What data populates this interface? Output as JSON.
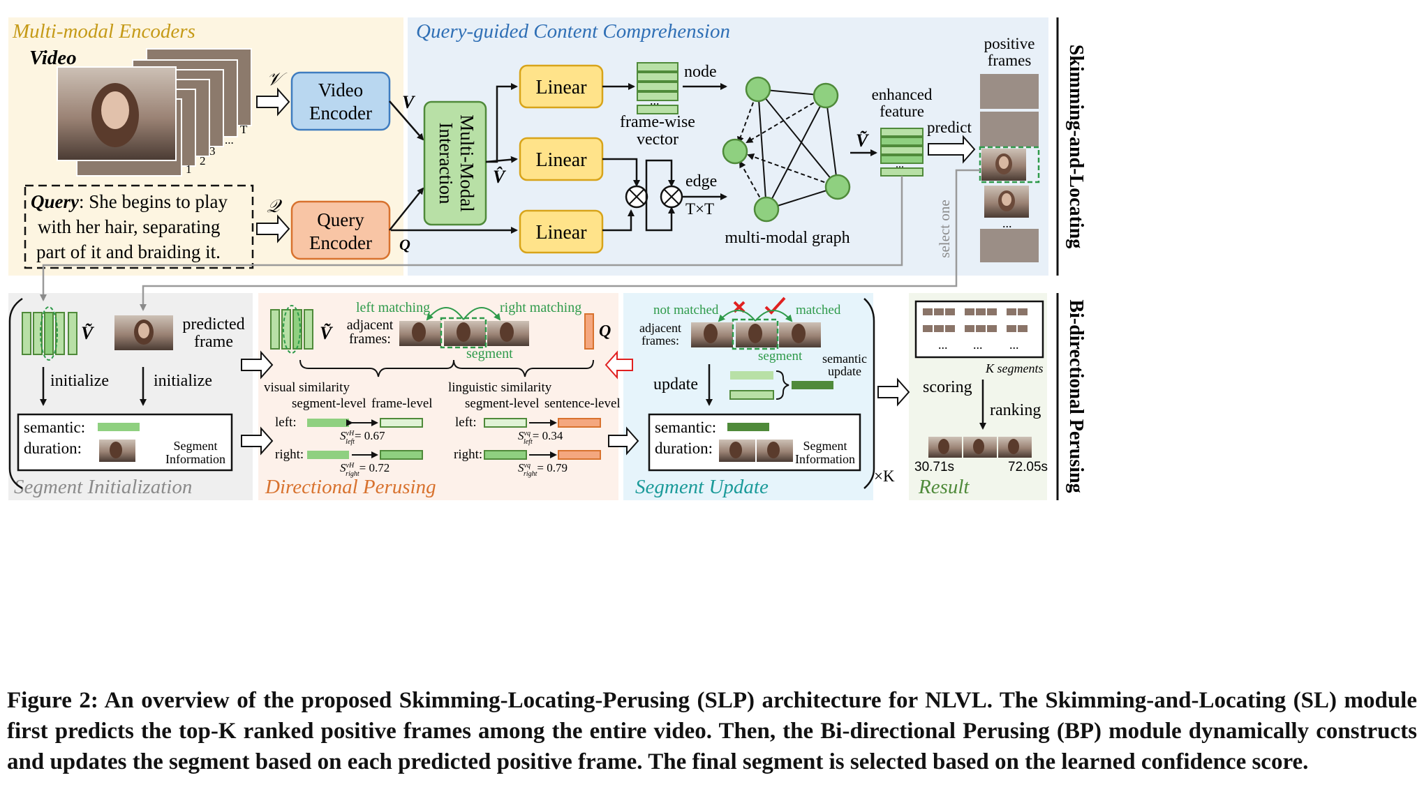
{
  "sections": {
    "encoders": "Multi-modal Encoders",
    "query_guided": "Query-guided Content Comprehension",
    "skimming": "Skimming-and-Locating",
    "perusing": "Bi-directional Perusing",
    "seg_init": "Segment Initialization",
    "directional": "Directional Perusing",
    "seg_update": "Segment Update",
    "result": "Result"
  },
  "encoders": {
    "video_label": "Video",
    "video_symbol": "𝒱",
    "query_symbol": "𝒬",
    "frame_idx": [
      "1",
      "2",
      "3",
      "...",
      "T"
    ],
    "video_encoder": [
      "Video",
      "Encoder"
    ],
    "query_encoder": [
      "Query",
      "Encoder"
    ],
    "query_lines": [
      "Query: She begins to play",
      "with her hair, separating",
      "part of it and braiding it."
    ],
    "v_out": "V",
    "q_out": "Q"
  },
  "comprehension": {
    "mmi": [
      "Multi-Modal",
      "Interaction"
    ],
    "v_hat": "V̂",
    "linear": "Linear",
    "node": "node",
    "edge": "edge",
    "txt": "T×T",
    "frame_wise": [
      "frame-wise",
      "vector"
    ],
    "graph": "multi-modal graph",
    "enhanced": [
      "enhanced",
      "feature"
    ],
    "v_tilde": "Ṽ",
    "predict": "predict",
    "positive": [
      "positive",
      "frames"
    ],
    "select_one": "select one",
    "dots": "..."
  },
  "seg_init": {
    "predicted_frame": [
      "predicted",
      "frame"
    ],
    "initialize": "initialize",
    "semantic": "semantic:",
    "duration": "duration:",
    "seg_info": [
      "Segment",
      "Information"
    ]
  },
  "directional": {
    "left_matching": "left matching",
    "right_matching": "right matching",
    "adjacent": [
      "adjacent",
      "frames:"
    ],
    "segment": "segment",
    "visual_sim": "visual similarity",
    "ling_sim": "linguistic similarity",
    "segment_level": "segment-level",
    "frame_level": "frame-level",
    "sentence_level": "sentence-level",
    "left": "left:",
    "right": "right:",
    "s_vleft": "= 0.67",
    "s_vright": "= 0.72",
    "s_qleft": "= 0.34",
    "s_qright": "= 0.79"
  },
  "update": {
    "not_matched": "not matched",
    "matched": "matched",
    "adjacent": [
      "adjacent",
      "frames:"
    ],
    "segment": "segment",
    "semantic_update": [
      "semantic",
      "update"
    ],
    "update": "update",
    "semantic": "semantic:",
    "duration": "duration:",
    "seg_info": [
      "Segment",
      "Information"
    ],
    "times_k": "×K"
  },
  "result": {
    "k_segments": "K segments",
    "scoring": "scoring",
    "ranking": "ranking",
    "t_start": "30.71s",
    "t_end": "72.05s",
    "dots": "..."
  },
  "caption": "Figure 2: An overview of the proposed Skimming-Locating-Perusing (SLP) architecture for NLVL. The Skimming-and-Locating (SL) module first predicts the top-K ranked positive frames among the entire video. Then, the Bi-directional Perusing (BP) module dynamically constructs and updates the segment based on each predicted positive frame. The final segment is selected based on the learned confidence score.",
  "colors": {
    "encoders_bg": "#fdf5e1",
    "query_bg": "#e8f0f8",
    "init_bg": "#f0f0f0",
    "directional_bg": "#fdf1ea",
    "update_bg": "#e6f4fb",
    "result_bg": "#f2f6ec",
    "green": "#8fd080",
    "dark_green": "#4f8a3a",
    "orange": "#f4a77f",
    "blue_box": "#b9d7f0",
    "yellow_box": "#ffe38a"
  }
}
